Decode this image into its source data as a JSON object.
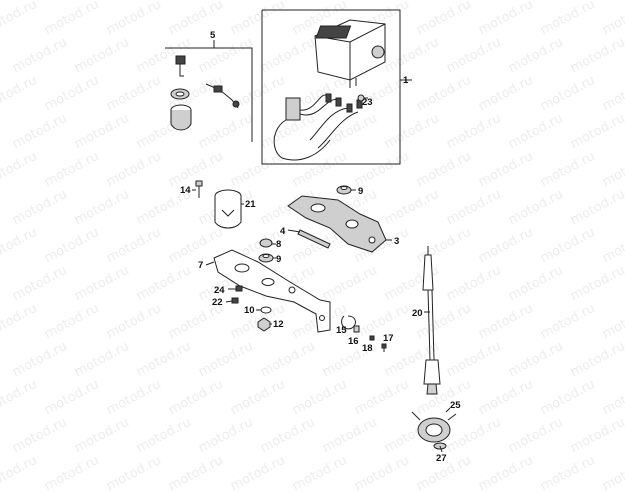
{
  "watermark": "motod.ru",
  "callouts": {
    "c1": "1",
    "c3": "3",
    "c4": "4",
    "c5": "5",
    "c7": "7",
    "c8": "8",
    "c9a": "9",
    "c9b": "9",
    "c10": "10",
    "c12": "12",
    "c14": "14",
    "c15": "15",
    "c16": "16",
    "c17": "17",
    "c18": "18",
    "c20": "20",
    "c21": "21",
    "c22": "22",
    "c23": "23",
    "c24": "24",
    "c25": "25",
    "c27": "27"
  }
}
